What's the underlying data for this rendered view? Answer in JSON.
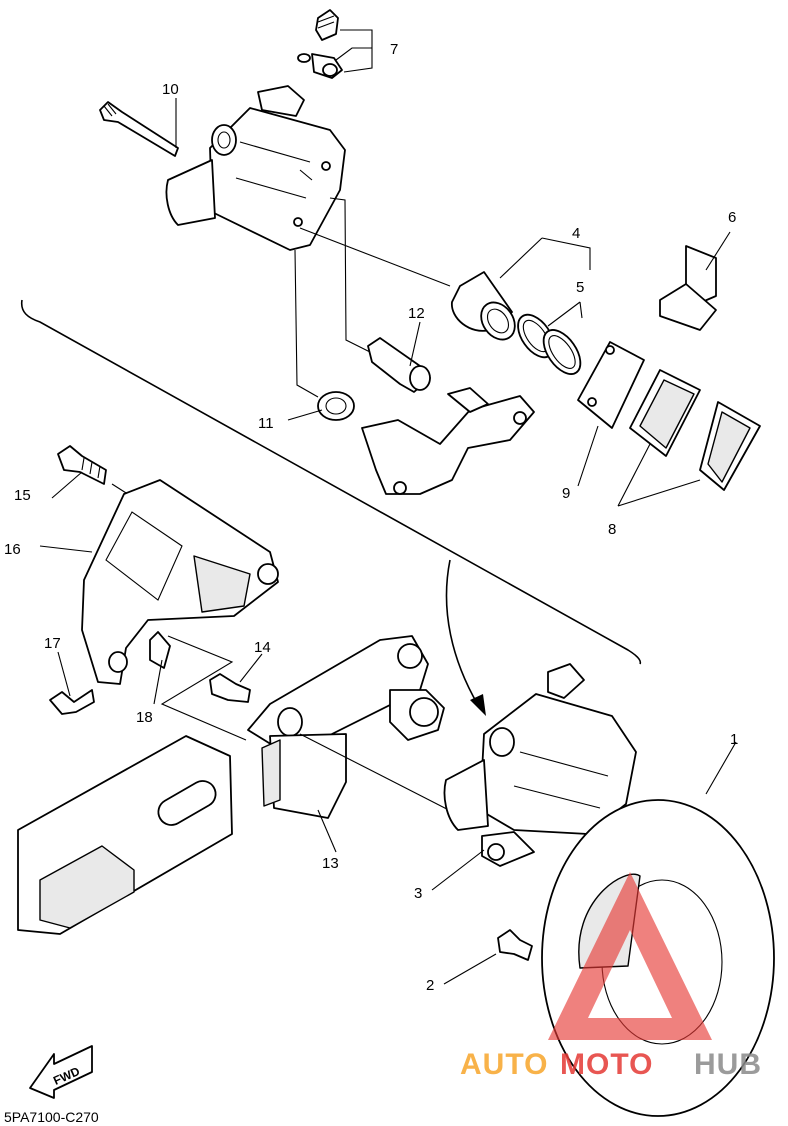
{
  "callouts": [
    {
      "id": "1",
      "label": "1"
    },
    {
      "id": "2",
      "label": "2"
    },
    {
      "id": "3",
      "label": "3"
    },
    {
      "id": "4",
      "label": "4"
    },
    {
      "id": "5",
      "label": "5"
    },
    {
      "id": "6",
      "label": "6"
    },
    {
      "id": "7",
      "label": "7"
    },
    {
      "id": "8",
      "label": "8"
    },
    {
      "id": "9",
      "label": "9"
    },
    {
      "id": "10",
      "label": "10"
    },
    {
      "id": "11",
      "label": "11"
    },
    {
      "id": "12",
      "label": "12"
    },
    {
      "id": "13",
      "label": "13"
    },
    {
      "id": "14",
      "label": "14"
    },
    {
      "id": "15",
      "label": "15"
    },
    {
      "id": "16",
      "label": "16"
    },
    {
      "id": "17",
      "label": "17"
    },
    {
      "id": "18",
      "label": "18"
    }
  ],
  "fwd_label": "FWD",
  "diagram_code": "5PA7100-C270",
  "watermark": {
    "text_left": "AUTO",
    "text_mid": "MOTO",
    "text_right": "HUB",
    "color_red": "#e53935",
    "color_orange": "#f7a52a",
    "color_gray": "#8a8a8a"
  },
  "colors": {
    "ink": "#000000",
    "background": "#ffffff"
  }
}
